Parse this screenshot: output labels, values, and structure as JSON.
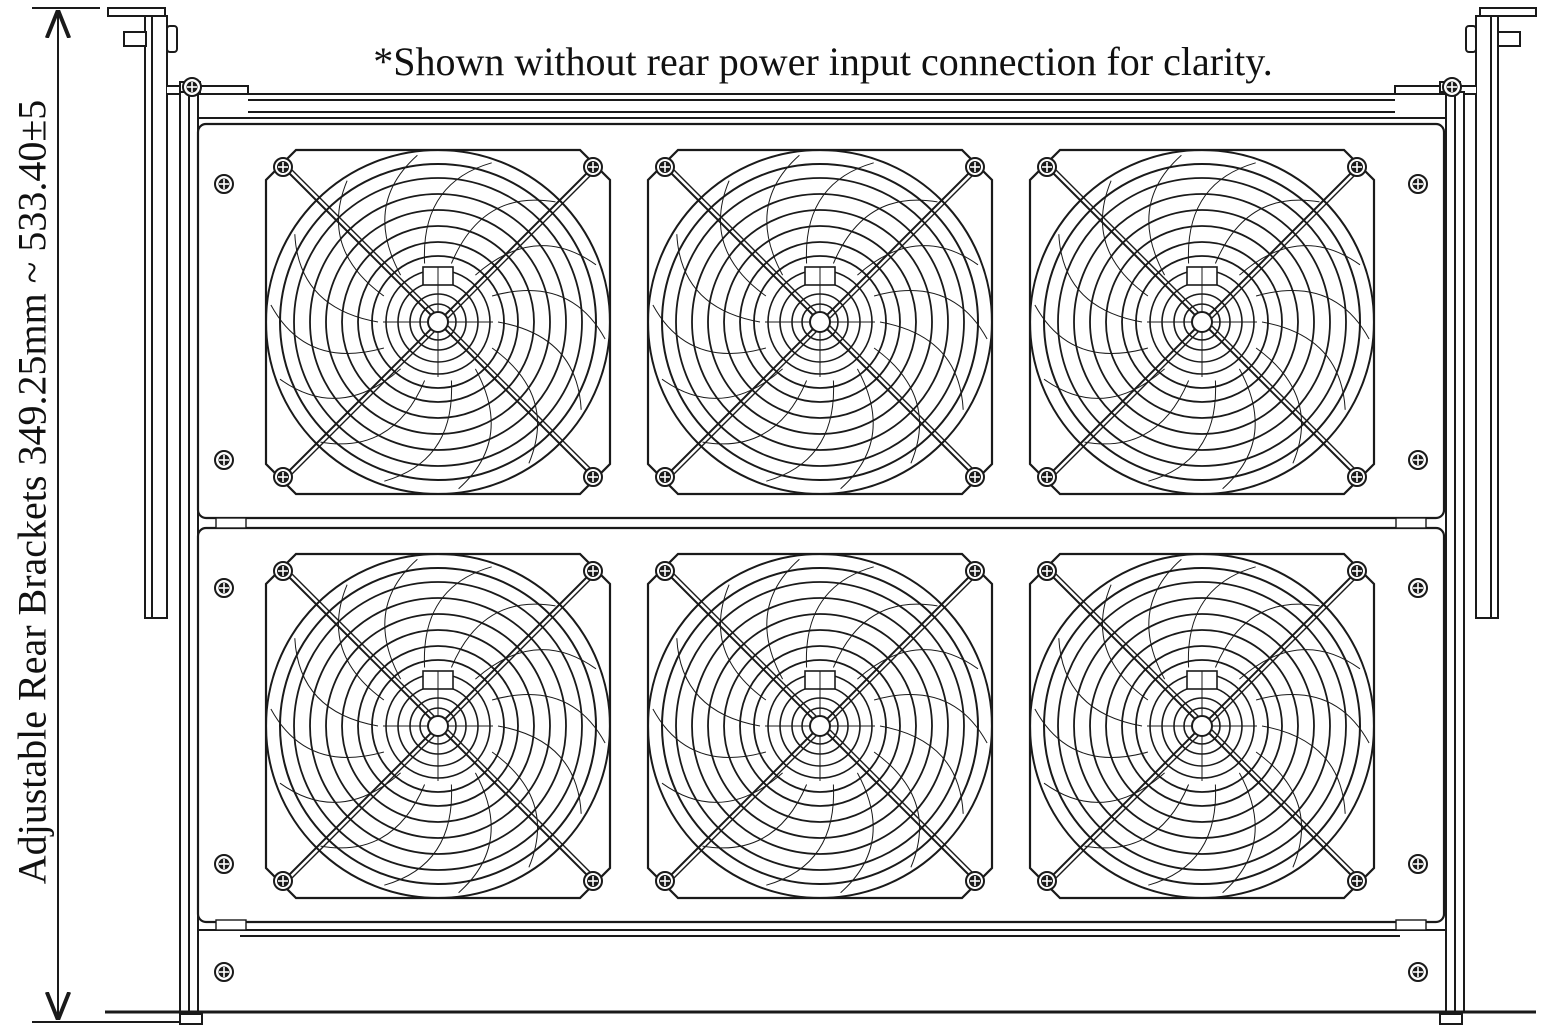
{
  "note": "*Shown without rear power input connection for clarity.",
  "dimension_label": "Adjustable Rear Brackets 349.25mm ~ 533.40±5",
  "panels": [
    {
      "fans": [
        "fan-top-left",
        "fan-top-center",
        "fan-top-right"
      ]
    },
    {
      "fans": [
        "fan-bottom-left",
        "fan-bottom-center",
        "fan-bottom-right"
      ]
    }
  ],
  "colors": {
    "line": "#1a1a1a",
    "background": "#ffffff"
  }
}
